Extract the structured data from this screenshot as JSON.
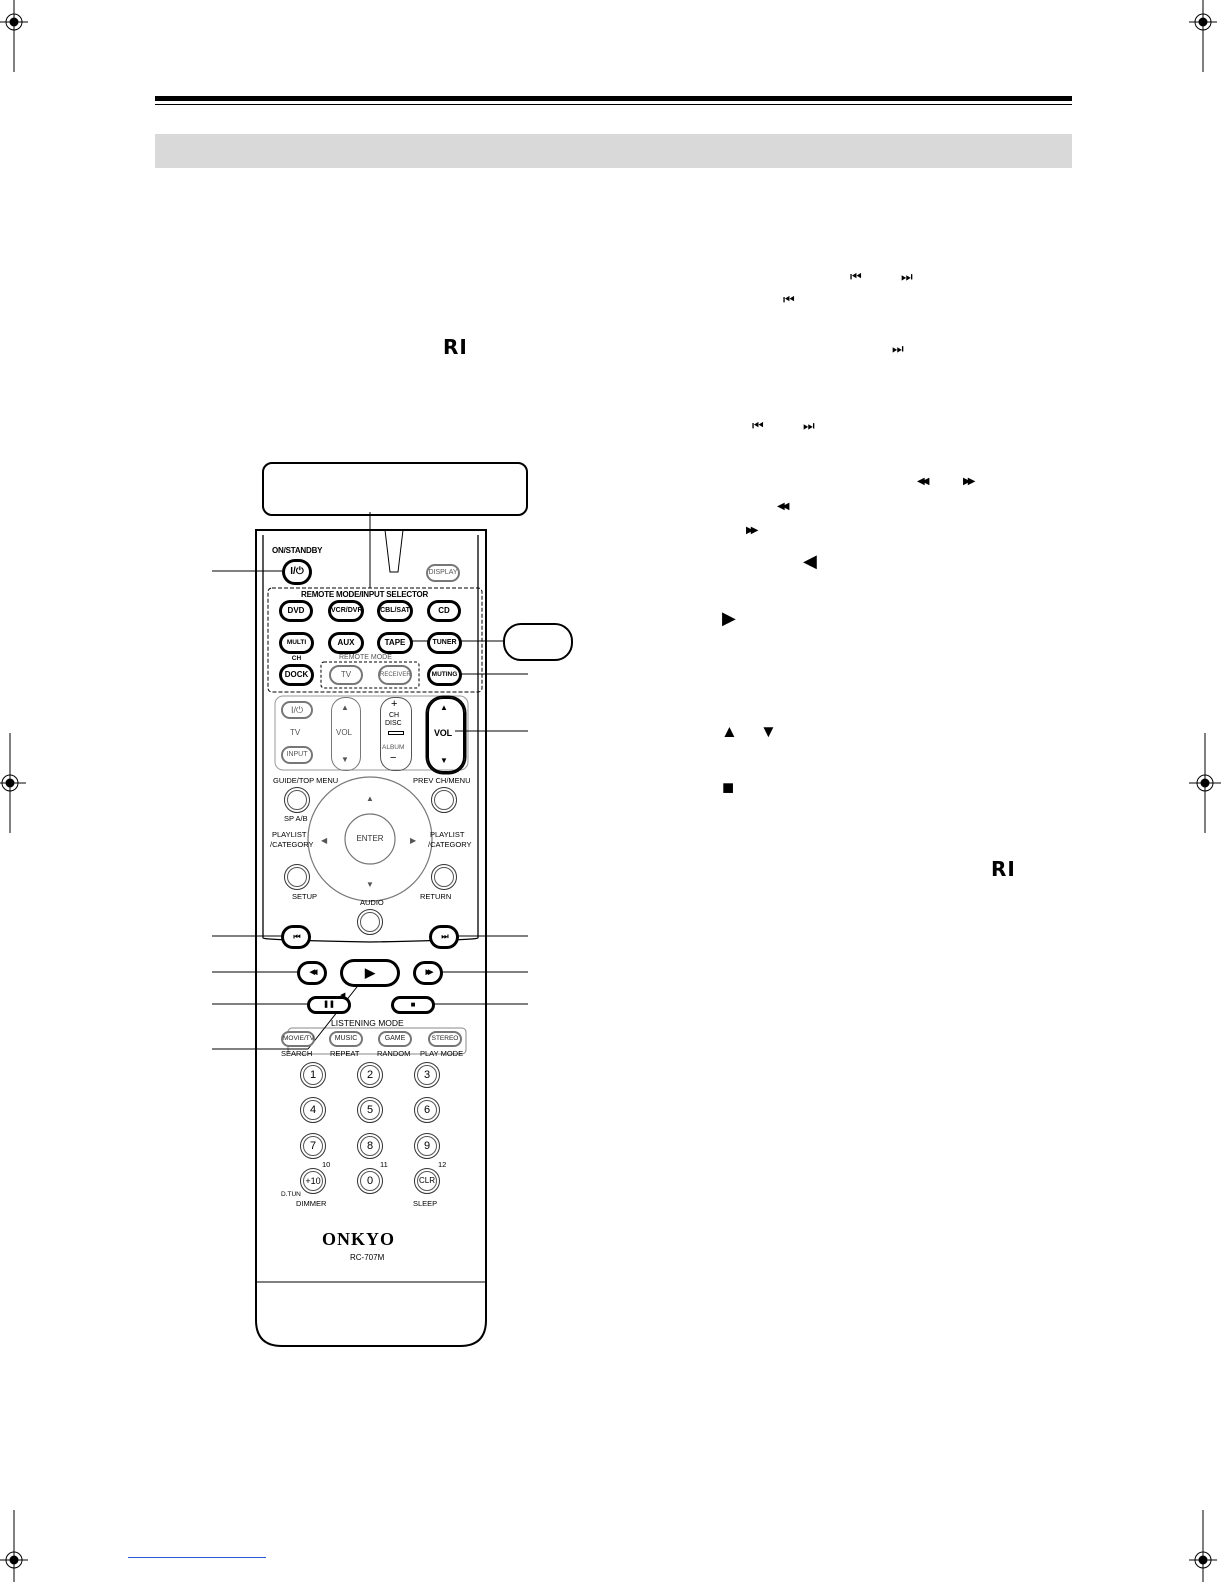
{
  "remote": {
    "top_labels": {
      "on_standby": "ON/STANDBY",
      "display": "DISPLAY",
      "remote_mode_input_selector": "REMOTE MODE/INPUT SELECTOR",
      "remote_mode": "REMOTE MODE"
    },
    "selector_buttons": [
      "DVD",
      "VCR/DVR",
      "CBL/SAT",
      "CD",
      "MULTI CH",
      "AUX",
      "TAPE",
      "TUNER",
      "DOCK"
    ],
    "remote_mode_buttons": [
      "TV",
      "RECEIVER"
    ],
    "muting": "MUTING",
    "tv_section": {
      "power": "I/⏻",
      "tv": "TV",
      "input": "INPUT",
      "vol": "VOL",
      "ch_plus": "+",
      "ch": "CH",
      "disc": "DISC",
      "album": "ALBUM",
      "ch_minus": "−"
    },
    "vol_main": "VOL",
    "nav": {
      "guide_top_menu": "GUIDE/TOP MENU",
      "prev_ch_menu": "PREV CH/MENU",
      "sp_ab": "SP A/B",
      "playlist_left": "PLAYLIST",
      "category_left": "/CATEGORY",
      "playlist_right": "PLAYLIST",
      "category_right": "/CATEGORY",
      "enter": "ENTER",
      "setup": "SETUP",
      "return": "RETURN",
      "audio": "AUDIO"
    },
    "listening": {
      "title": "LISTENING MODE",
      "buttons": [
        "MOVIE/TV",
        "MUSIC",
        "GAME",
        "STEREO"
      ],
      "sublabels": [
        "SEARCH",
        "REPEAT",
        "RANDOM",
        "PLAY MODE"
      ]
    },
    "keypad": {
      "rows": [
        [
          "1",
          "2",
          "3"
        ],
        [
          "4",
          "5",
          "6"
        ],
        [
          "7",
          "8",
          "9"
        ],
        [
          "+10",
          "0",
          "CLR"
        ]
      ],
      "sup_10": "10",
      "sup_11": "11",
      "sup_12": "12",
      "d_tun": "D.TUN",
      "dimmer": "DIMMER",
      "sleep": "SLEEP"
    },
    "brand": "ONKYO",
    "model": "RC-707M"
  },
  "icons": {
    "prev": "⏮",
    "next": "⏭",
    "rew": "◀◀",
    "ff": "▶▶",
    "play": "▶",
    "pause": "❚❚",
    "stop": "■",
    "left": "◀",
    "right": "▶",
    "up": "▲",
    "down": "▼",
    "ri": "RI"
  }
}
